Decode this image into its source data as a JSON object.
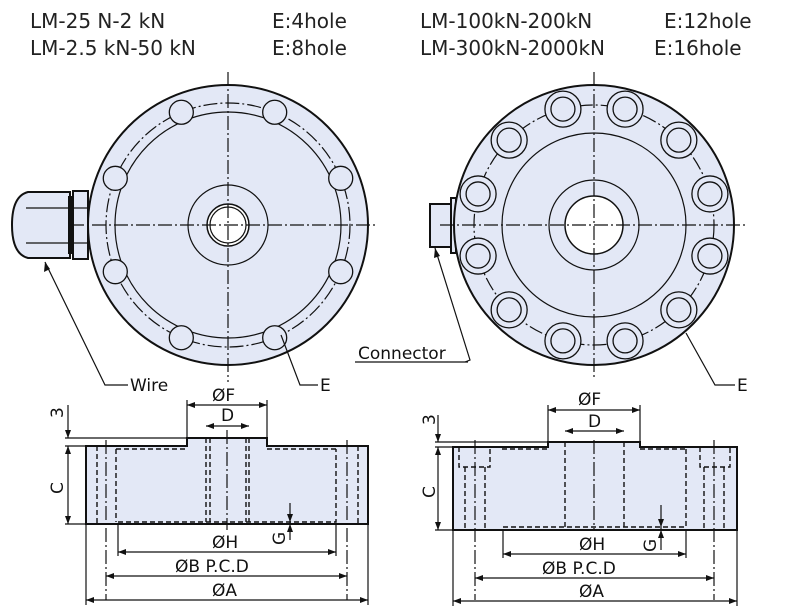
{
  "headings": {
    "left_line1_model": "LM-25 N-2 kN",
    "left_line1_holes": "E:4hole",
    "left_line2_model": "LM-2.5 kN-50 kN",
    "left_line2_holes": "E:8hole",
    "right_line1_model": "LM-100kN-200kN",
    "right_line1_holes": "E:12hole",
    "right_line2_model": "LM-300kN-2000kN",
    "right_line2_holes": "E:16hole"
  },
  "callouts": {
    "wire": "Wire",
    "connector": "Connector",
    "hole_left": "E",
    "hole_right": "E"
  },
  "dimensions": {
    "flange_dia": "ØF",
    "bore": "D",
    "boss_height": "3",
    "height": "C",
    "recess_depth": "G",
    "recess_dia": "ØH",
    "pcd": "ØB P.C.D",
    "outer_dia": "ØA"
  },
  "colors": {
    "body": "#e3e8f6",
    "line": "#111111"
  }
}
